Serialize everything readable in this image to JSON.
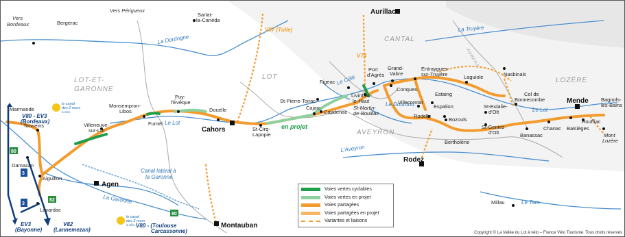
{
  "departments": [
    "LOT-ET-",
    "GARONNE",
    "LOT",
    "CANTAL",
    "AVEYRON",
    "LOZÈRE",
    "AUBRAC"
  ],
  "rivers": [
    "La Dordogne",
    "Le Lot",
    "La Garonne",
    "Le Célé",
    "Le Dourdou",
    "L'Aveyron",
    "La Truyère",
    "Le Tarn",
    "Canal latéral à",
    "la Garonne"
  ],
  "directions": [
    "Vers",
    "Bordeaux",
    "Vers Périgueux"
  ],
  "towns": [
    "Bergerac",
    "Sarlat-",
    "la-Canéda",
    "Marmande",
    "Tonneins",
    "Aiguillon",
    "Damazan",
    "Lavardac",
    "Villeneuve-",
    "sur-Lot",
    "Monsempron-",
    "Libos",
    "Fumel",
    "Puy-",
    "l'Évêque",
    "Douelle",
    "St-Cirq-",
    "Lapopie",
    "Cajarc",
    "St-Pierre-Toirac",
    "Figeac",
    "Capdenac",
    "Livinhac-",
    "le-Haut",
    "Port",
    "d'Agrès",
    "St-Martin-",
    "de-Bouillac",
    "Grand-",
    "Vabre",
    "Conques",
    "Villecomtal",
    "Entraygues-",
    "sur-Truyère",
    "Laguiole",
    "Nasbinals",
    "Estaing",
    "Espalion",
    "Bozouls",
    "Rodelle",
    "Bertholène",
    "St-Eulalie-",
    "d'Olt",
    "St-Geniez-",
    "Col de",
    "Bonnecombe",
    "Chanac",
    "Banassac",
    "Balsièges",
    "Rouffiac",
    "Bagnols-",
    "les-Bains",
    "Mont",
    "Lozère",
    "Millau"
  ],
  "big_towns": [
    "Aurillac",
    "Cahors",
    "Rodez",
    "Mende",
    "Agen",
    "Montauban"
  ],
  "routes": [
    "V80 - EV3",
    "(Bordeaux)",
    "EV3",
    "(Bayonne)",
    "V82",
    "(Lannemezan)",
    "V80 - (Toulouse",
    "Carcassonne)"
  ],
  "route_badges": [
    "3",
    "3",
    "80",
    "82",
    "80"
  ],
  "variant_labels": [
    "V87 (Tulle)",
    "V74"
  ],
  "project_label": "en projet",
  "logo_text": [
    "le canal",
    "des 2 mers",
    "à vélo"
  ],
  "legend": [
    {
      "label": "Voies vertes cyclables",
      "color": "#1f9e4a"
    },
    {
      "label": "Voies vertes en projet",
      "color": "#8fd19e"
    },
    {
      "label": "Voies partagées",
      "color": "#f39b2e"
    },
    {
      "label": "Voies partagées en projet",
      "color": "#f5b766"
    },
    {
      "label": "Variantes et liaisons",
      "color": "#f39b2e"
    }
  ],
  "copyright": "Copyright © La Vallée du Lot à vélo – France Vélo Tourisme. Tous droits réservés"
}
